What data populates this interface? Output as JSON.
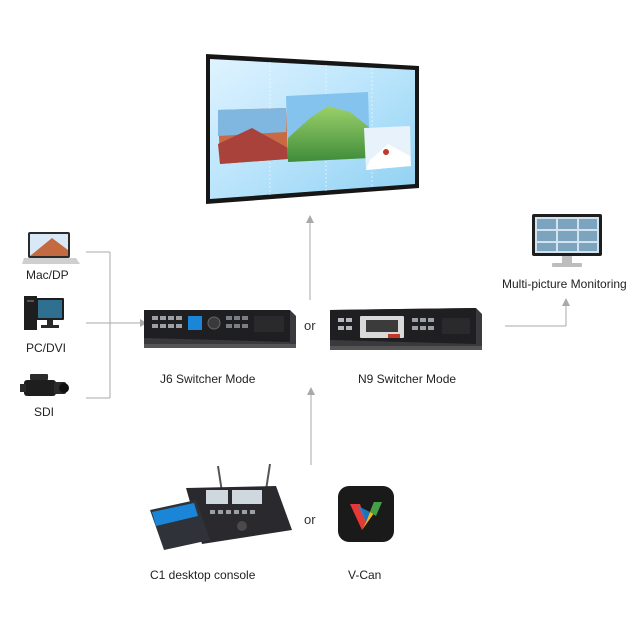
{
  "sources": [
    {
      "name": "mac",
      "label": "Mac/DP",
      "icon": "laptop-icon"
    },
    {
      "name": "pc",
      "label": "PC/DVI",
      "icon": "desktop-pc-icon"
    },
    {
      "name": "sdi",
      "label": "SDI",
      "icon": "video-camera-icon"
    }
  ],
  "switchers": {
    "j6": {
      "label": "J6 Switcher Mode"
    },
    "n9": {
      "label": "N9 Switcher Mode"
    },
    "or": "or"
  },
  "monitoring": {
    "label": "Multi-picture Monitoring"
  },
  "controllers": {
    "c1": {
      "label": "C1 desktop console"
    },
    "vcan": {
      "label": "V-Can"
    },
    "or": "or"
  },
  "colors": {
    "line": "#a9a9a9",
    "device": "#2a2a2e",
    "accent_blue": "#1b86d8",
    "vcan_bg": "#1a1a1a"
  }
}
